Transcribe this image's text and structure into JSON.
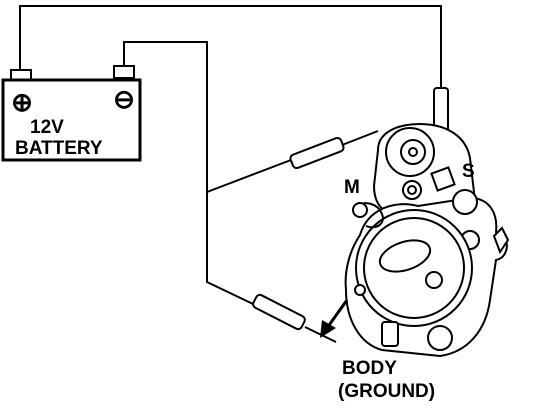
{
  "battery": {
    "voltage_label": "12V",
    "name_label": "BATTERY",
    "positive_symbol": "⊕",
    "negative_symbol": "⊖"
  },
  "terminals": {
    "m_label": "M",
    "s_label": "S"
  },
  "ground": {
    "line1": "BODY",
    "line2": "(GROUND)"
  },
  "colors": {
    "ink": "#000000",
    "background": "#ffffff"
  }
}
